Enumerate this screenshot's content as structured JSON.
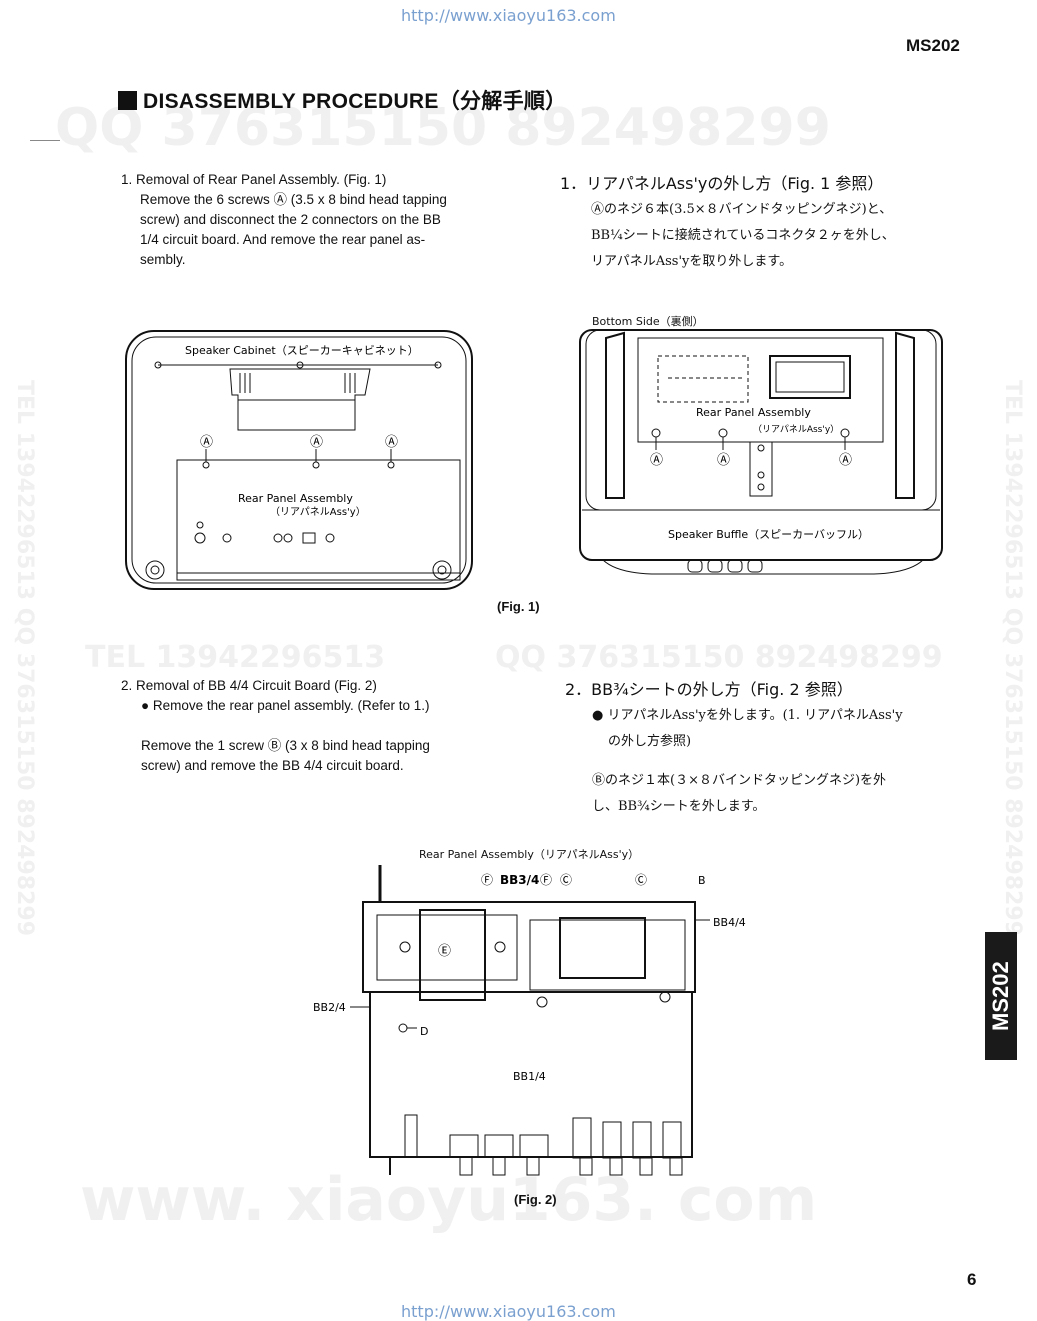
{
  "header": {
    "url_top": "http://www.xiaoyu163.com",
    "model": "MS202",
    "heading": "DISASSEMBLY PROCEDURE（分解手順）"
  },
  "watermarks": {
    "qq_top": "QQ 376315150   892498299",
    "tel_mid": "TEL 13942296513",
    "qq_mid": "QQ 376315150 892498299",
    "side_right": "TEL 13942296513 QQ 376315150 892498299",
    "side_left": "TEL 13942296513 QQ 376315150 892498299",
    "bottom": "www. xiaoyu163. com"
  },
  "section1": {
    "en_title": "1. Removal of Rear Panel Assembly. (Fig. 1)",
    "en_body": [
      "Remove the 6 screws Ⓐ (3.5 x 8 bind head tapping",
      "screw) and disconnect the 2 connectors on the BB",
      "1/4 circuit board. And remove the rear panel as-",
      "sembly."
    ],
    "jp_title": "1．リアパネルAss'yの外し方（Fig. 1 参照）",
    "jp_body": [
      "Ⓐのネジ６本(3.5×８バインドタッピングネジ)と、",
      "BB¼シートに接続されているコネクタ２ヶを外し、",
      "リアパネルAss'yを取り外します。"
    ]
  },
  "fig1": {
    "left": {
      "speaker_cabinet": "Speaker Cabinet（スピーカーキャビネット）",
      "marker_a": "Ⓐ",
      "rear_panel": "Rear Panel Assembly",
      "rear_panel_jp": "（リアパネルAss'y）"
    },
    "right": {
      "bottom_side": "Bottom Side（裏側）",
      "rear_panel": "Rear Panel Assembly",
      "rear_panel_jp": "（リアパネルAss'y）",
      "marker_a": "Ⓐ",
      "speaker_buffle": "Speaker Buffle（スピーカーバッフル）"
    },
    "caption": "(Fig. 1)"
  },
  "section2": {
    "en_title": "2. Removal of BB 4/4 Circuit Board (Fig. 2)",
    "en_bullet": "Remove the rear panel assembly. (Refer to 1.)",
    "en_body": [
      "Remove the 1 screw Ⓑ (3 x 8 bind head tapping",
      "screw) and remove the BB 4/4 circuit board."
    ],
    "jp_title": "2．BB¾シートの外し方（Fig. 2 参照）",
    "jp_bullet": [
      "リアパネルAss'yを外します。(1. リアパネルAss'y",
      "の外し方参照)"
    ],
    "jp_body": [
      "Ⓑのネジ１本(３×８バインドタッピングネジ)を外",
      "し、BB¾シートを外します。"
    ]
  },
  "fig2": {
    "rear_panel": "Rear Panel Assembly（リアパネルAss'y）",
    "bb34": "BB3/4",
    "bb44": "BB4/4",
    "bb24": "BB2/4",
    "bb14": "BB1/4",
    "f": "Ⓕ",
    "c": "Ⓒ",
    "b": "B",
    "d": "D",
    "e": "Ⓔ",
    "caption": "(Fig. 2)"
  },
  "footer": {
    "page_number": "6",
    "url_bottom": "http://www.xiaoyu163.com"
  },
  "side_tab": "MS202"
}
